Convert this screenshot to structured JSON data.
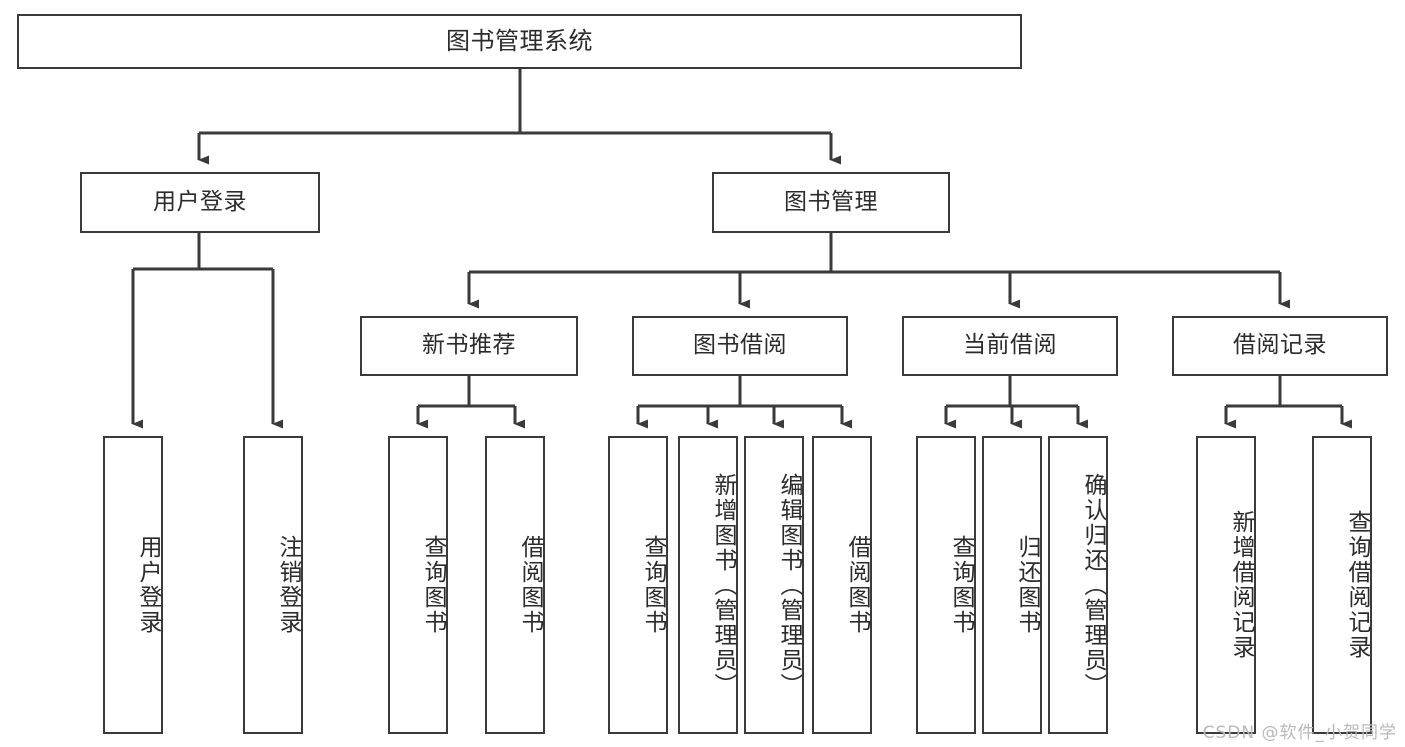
{
  "diagram": {
    "title": "图书管理系统",
    "type": "tree-hierarchy-diagram",
    "watermark": "CSDN @软件_小贺同学",
    "colors": {
      "background": "#ffffff",
      "box_border": "#3a3a3a",
      "box_fill": "#ffffff",
      "text": "#2b2b2b",
      "edge": "#3a3a3a",
      "watermark": "#b9b9b9"
    },
    "nodes": {
      "root": {
        "label": "图书管理系统",
        "orientation": "horizontal"
      },
      "level1": [
        {
          "label": "用户登录",
          "orientation": "horizontal"
        },
        {
          "label": "图书管理",
          "orientation": "horizontal"
        }
      ],
      "level2": [
        {
          "label": "新书推荐",
          "orientation": "horizontal"
        },
        {
          "label": "图书借阅",
          "orientation": "horizontal"
        },
        {
          "label": "当前借阅",
          "orientation": "horizontal"
        },
        {
          "label": "借阅记录",
          "orientation": "horizontal"
        }
      ],
      "leaves_user_login": [
        {
          "label": "用户登录",
          "orientation": "vertical"
        },
        {
          "label": "注销登录",
          "orientation": "vertical"
        }
      ],
      "leaves_new_book": [
        {
          "label": "查询图书",
          "orientation": "vertical"
        },
        {
          "label": "借阅图书",
          "orientation": "vertical"
        }
      ],
      "leaves_book_borrow": [
        {
          "label": "查询图书",
          "orientation": "vertical"
        },
        {
          "label": "新增图书（管理员）",
          "orientation": "vertical"
        },
        {
          "label": "编辑图书（管理员）",
          "orientation": "vertical"
        },
        {
          "label": "借阅图书",
          "orientation": "vertical"
        }
      ],
      "leaves_current_borrow": [
        {
          "label": "查询图书",
          "orientation": "vertical"
        },
        {
          "label": "归还图书",
          "orientation": "vertical"
        },
        {
          "label": "确认归还（管理员）",
          "orientation": "vertical"
        }
      ],
      "leaves_borrow_record": [
        {
          "label": "新增借阅记录",
          "orientation": "vertical"
        },
        {
          "label": "查询借阅记录",
          "orientation": "vertical"
        }
      ]
    }
  }
}
